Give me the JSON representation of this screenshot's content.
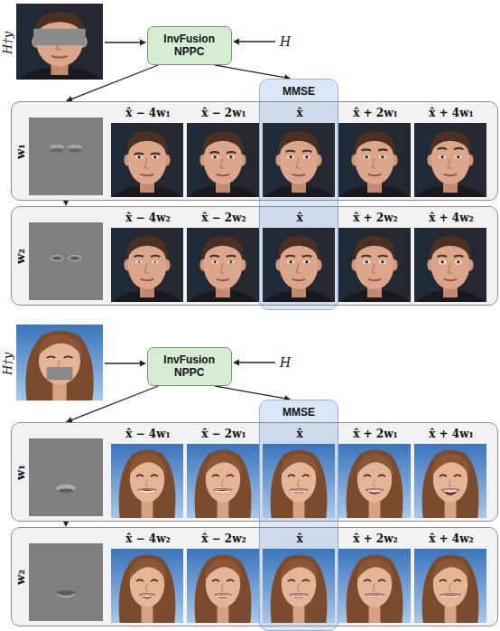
{
  "diagram": {
    "nodes": [
      {
        "text": [
          "InvFusion NPPC"
        ]
      },
      {
        "text": [
          "MMSE"
        ]
      },
      {
        "text": [
          "w₁",
          "x̂ − 4w₁",
          "x̂ − 2w₁",
          "x̂",
          "x̂ + 2w₁",
          "x̂ + 4w₁"
        ]
      },
      {
        "text": [
          "w₂",
          "x̂ − 4w₂",
          "x̂ − 2w₂",
          "x̂",
          "x̂ + 2w₂",
          "x̂ + 4w₂"
        ]
      },
      {
        "text": [
          "InvFusion NPPC"
        ]
      },
      {
        "text": [
          "MMSE"
        ]
      },
      {
        "text": [
          "w₁",
          "x̂ − 4w₁",
          "x̂ − 2w₁",
          "x̂",
          "x̂ + 2w₁",
          "x̂ + 4w₁"
        ]
      },
      {
        "text": [
          "w₂",
          "x̂ − 4w₂",
          "x̂ − 2w₂",
          "x̂",
          "x̂ + 2w₂",
          "x̂ + 4w₂"
        ]
      }
    ],
    "edges": [
      {
        "from": 0,
        "to": 1,
        "arrow": "to"
      },
      {
        "from": 0,
        "to": 2,
        "arrow": "to"
      },
      {
        "from": 2,
        "to": 3,
        "arrow": "to"
      },
      {
        "from": 4,
        "to": 5,
        "arrow": "to"
      },
      {
        "from": 4,
        "to": 6,
        "arrow": "to"
      },
      {
        "from": 6,
        "to": 7,
        "arrow": "to"
      }
    ],
    "labels": [
      "H†y",
      "H",
      "H†y",
      "H"
    ]
  }
}
